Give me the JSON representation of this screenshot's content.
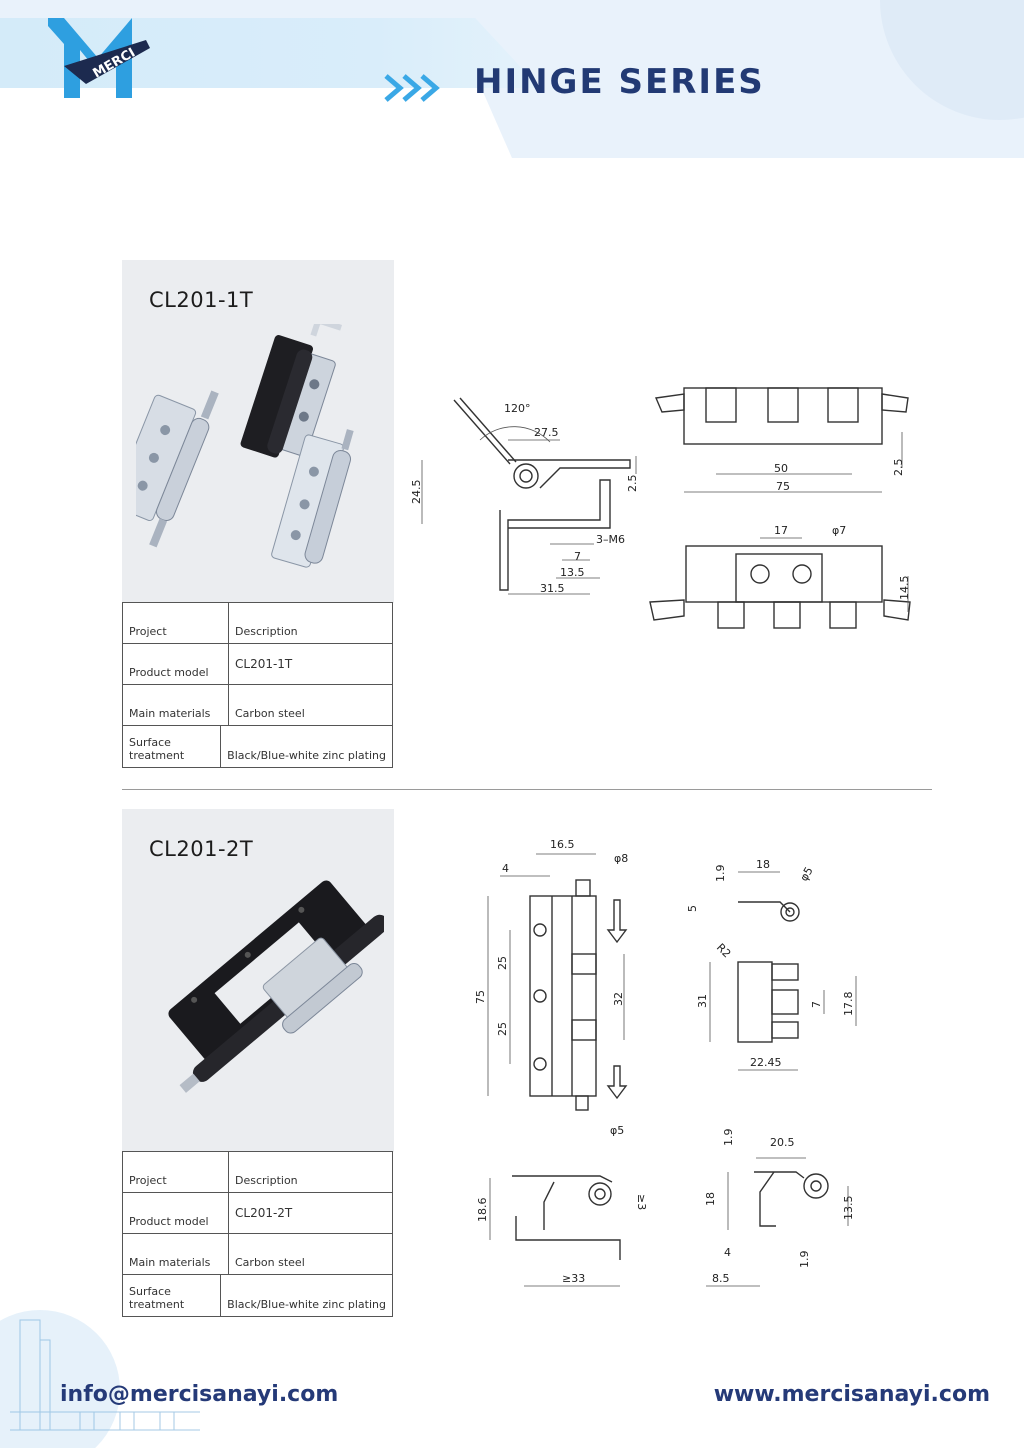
{
  "header": {
    "brand": "MERCI",
    "title": "HINGE SERIES"
  },
  "products": [
    {
      "model": "CL201-1T",
      "spec_rows": [
        {
          "label": "Project",
          "value": "Description"
        },
        {
          "label": "Product model",
          "value": "CL201-1T"
        },
        {
          "label": "Main materials",
          "value": "Carbon steel"
        },
        {
          "label": "Surface treatment",
          "value": "Black/Blue-white zinc plating"
        }
      ],
      "dims": {
        "angle": "120°",
        "a": "27.5",
        "h": "24.5",
        "t": "2.5",
        "holes": "3–M6",
        "b": "7",
        "c": "13.5",
        "d": "31.5",
        "w1": "50",
        "w2": "75",
        "t2": "2.5",
        "p": "17",
        "dia": "φ7",
        "e": "14.5"
      }
    },
    {
      "model": "CL201-2T",
      "spec_rows": [
        {
          "label": "Project",
          "value": "Description"
        },
        {
          "label": "Product model",
          "value": "CL201-2T"
        },
        {
          "label": "Main materials",
          "value": "Carbon steel"
        },
        {
          "label": "Surface treatment",
          "value": "Black/Blue-white zinc plating"
        }
      ],
      "dims": {
        "a": "16.5",
        "b": "4",
        "d8": "φ8",
        "len": "75",
        "p1": "25",
        "p2": "25",
        "mid": "32",
        "d5": "φ5",
        "r1": "1.9",
        "r2": "18",
        "r3": "φ5",
        "r4": "5",
        "r5": "R2",
        "r6": "31",
        "r7": "7",
        "r8": "17.8",
        "r9": "22.45",
        "s1": "18.6",
        "s2": "≥3",
        "s3": "≥33",
        "u1": "1.9",
        "u2": "20.5",
        "u3": "18",
        "u4": "13.5",
        "u5": "4",
        "u6": "8.5",
        "u7": "1.9"
      }
    }
  ],
  "footer": {
    "email": "info@mercisanayi.com",
    "website": "www.mercisanayi.com"
  },
  "colors": {
    "title": "#223a74",
    "logo_blue": "#2e9fe0",
    "logo_dark": "#1c2a4f",
    "card_bg": "#ebedf0"
  }
}
